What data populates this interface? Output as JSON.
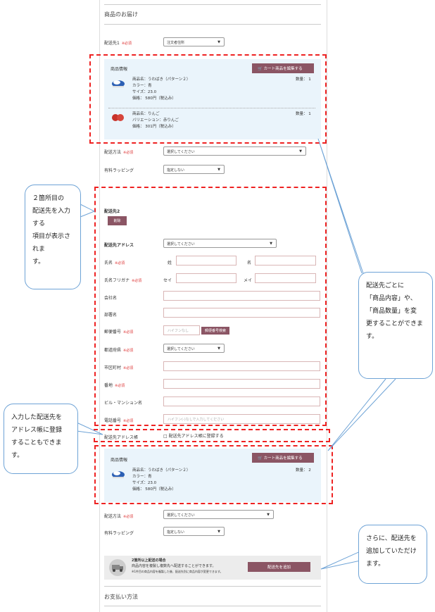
{
  "header": {
    "title": "商品のお届け"
  },
  "delivery1": {
    "label": "配送先1",
    "req": "※必須",
    "select": "注文者住所"
  },
  "cart1": {
    "title": "商品情報",
    "edit_btn": "カート商品を編集する",
    "items": [
      {
        "name": "商品名：うわばき（パターン２）",
        "color": "カラー：青",
        "size": "サイズ：23.0",
        "price": "価格： 580円（税込み）",
        "qty": "数量： 1"
      },
      {
        "name": "商品名：りんご",
        "variation": "バリエーション：赤りんご",
        "price": "価格： 301円（税込み）",
        "qty": "数量： 1"
      }
    ]
  },
  "method1": {
    "label": "配送方法",
    "req": "※必須",
    "select": "選択してください"
  },
  "wrap1": {
    "label": "有料ラッピング",
    "select": "指定しない"
  },
  "delivery2": {
    "title": "配送先2",
    "delete_btn": "削除",
    "address": {
      "label": "配送先アドレス",
      "select": "選択してください"
    },
    "name": {
      "label": "氏名",
      "req": "※必須",
      "sei": "姓",
      "mei": "名"
    },
    "kana": {
      "label": "氏名フリガナ",
      "req": "※必須",
      "sei": "セイ",
      "mei": "メイ"
    },
    "company": {
      "label": "会社名"
    },
    "dept": {
      "label": "部署名"
    },
    "zip": {
      "label": "郵便番号",
      "req": "※必須",
      "placeholder": "ハイフンなし",
      "search_btn": "郵便番号検索"
    },
    "pref": {
      "label": "都道府県",
      "req": "※必須",
      "select": "選択してください"
    },
    "city": {
      "label": "市区町村",
      "req": "※必須"
    },
    "street": {
      "label": "番地",
      "req": "※必須"
    },
    "building": {
      "label": "ビル・マンション名"
    },
    "phone": {
      "label": "電話番号",
      "req": "※必須",
      "placeholder": "ハイフン(-)なしで入力してください"
    },
    "book": {
      "label": "配送先アドレス帳",
      "checkbox": "□ 配送先アドレス帳に登録する"
    }
  },
  "cart2": {
    "title": "商品情報",
    "edit_btn": "カート商品を編集する",
    "item": {
      "name": "商品名：うわばき（パターン２）",
      "color": "カラー：青",
      "size": "サイズ：23.0",
      "price": "価格： 580円（税込み）",
      "qty": "数量： 2"
    }
  },
  "method2": {
    "label": "配送方法",
    "req": "※必須",
    "select": "選択してください"
  },
  "wrap2": {
    "label": "有料ラッピング",
    "select": "指定しない"
  },
  "multi": {
    "title": "2箇所以上配送の場合",
    "desc": "商品内容を複製し複数先へ配送することができます。",
    "note": "※1件目の商品内容を複製した後、配送先別に商品内容が変更できます。",
    "add_btn": "配送先を追加"
  },
  "payment": {
    "title": "お支払い方法"
  },
  "callouts": {
    "c1": [
      "２箇所目の",
      "配送先を入力する",
      "項目が表示されま",
      "す。"
    ],
    "c2": [
      "配送先ごとに",
      "「商品内容」や、",
      "「商品数量」を変",
      "更することができま",
      "す。"
    ],
    "c3": [
      "入力した配送先を",
      "アドレス帳に登録",
      "することもできま",
      "す。"
    ],
    "c4": [
      "さらに、配送先を",
      "追加していただけ",
      "ます。"
    ]
  },
  "colors": {
    "accent": "#8b5564",
    "highlight": "#e22222",
    "callout_border": "#6ea3d6"
  }
}
